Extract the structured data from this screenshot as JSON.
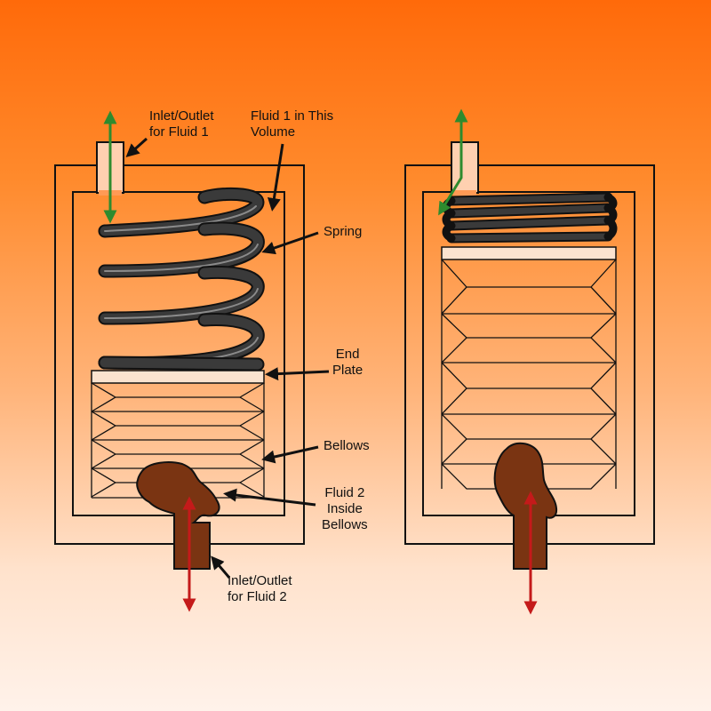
{
  "labels": {
    "inlet_fluid1": "Inlet/Outlet\nfor Fluid 1",
    "fluid1_volume": "Fluid 1 in This\nVolume",
    "spring": "Spring",
    "end_plate": "End\nPlate",
    "bellows": "Bellows",
    "fluid2_inside": "Fluid 2\nInside\nBellows",
    "inlet_fluid2": "Inlet/Outlet\nfor Fluid 2"
  },
  "colors": {
    "background_top": "#ff6a0a",
    "background_bottom": "#fff2ea",
    "spring": "#2b2b2b",
    "fluid2": "#7a3412",
    "fluid1_arrow": "#2e8b2e",
    "fluid2_arrow": "#c41a1a",
    "outline": "#111111"
  }
}
